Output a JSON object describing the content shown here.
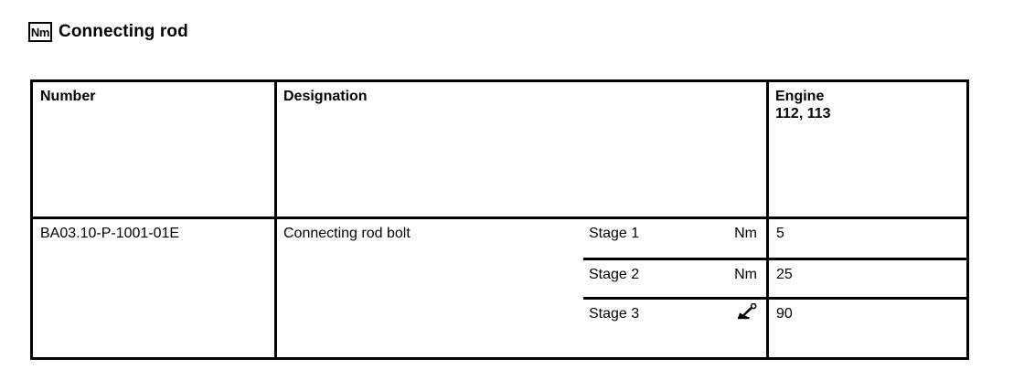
{
  "title": {
    "badge": "Nm",
    "badge_icon": "torque-nm-icon",
    "text": "Connecting rod"
  },
  "table": {
    "headers": {
      "number": "Number",
      "designation": "Designation",
      "engine_line1": "Engine",
      "engine_line2": "112, 113"
    },
    "rows": [
      {
        "number": "BA03.10-P-1001-01E",
        "designation": "Connecting rod bolt",
        "stages": [
          {
            "label": "Stage 1",
            "unit": "Nm",
            "unit_icon": "",
            "value": "5"
          },
          {
            "label": "Stage 2",
            "unit": "Nm",
            "unit_icon": "",
            "value": "25"
          },
          {
            "label": "Stage 3",
            "unit": "",
            "unit_icon": "torque-angle-icon",
            "value": "90"
          }
        ]
      }
    ]
  },
  "colors": {
    "text": "#000000",
    "background": "#ffffff",
    "border": "#000000"
  }
}
